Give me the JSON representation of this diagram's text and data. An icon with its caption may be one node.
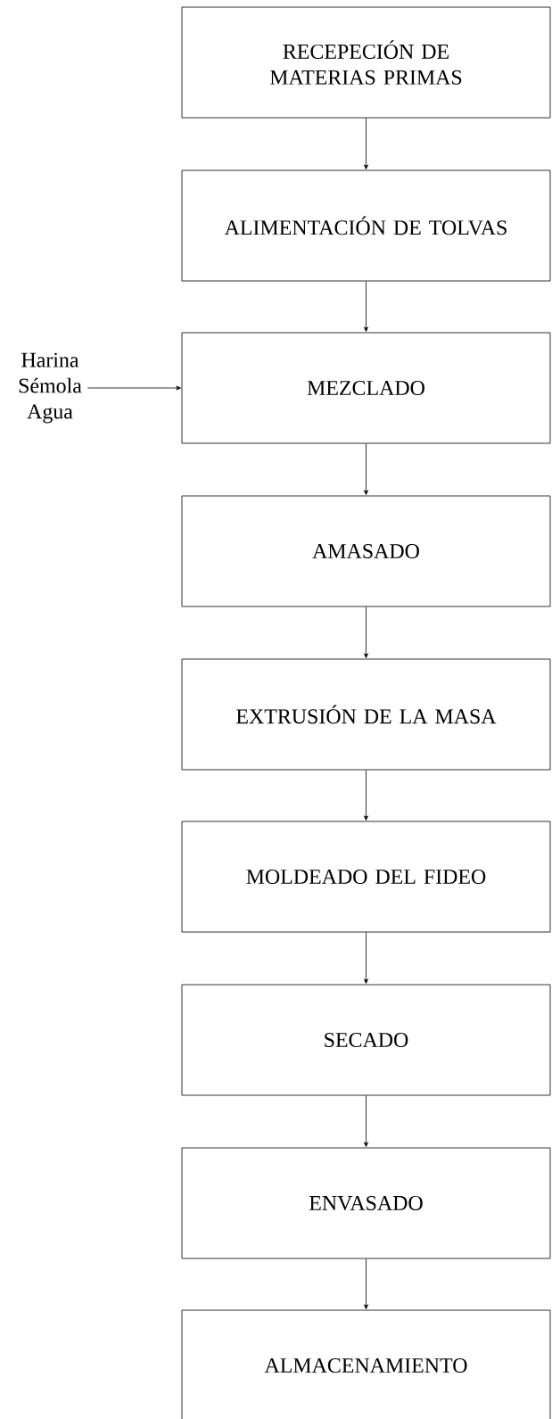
{
  "diagram": {
    "nodes": [
      {
        "text": [
          "RECEPECIÓN DE MATERIAS PRIMAS"
        ]
      },
      {
        "text": [
          "ALIMENTACIÓN DE TOLVAS"
        ]
      },
      {
        "text": [
          "MEZCLADO"
        ]
      },
      {
        "text": [
          "AMASADO"
        ]
      },
      {
        "text": [
          "EXTRUSIÓN DE LA MASA"
        ]
      },
      {
        "text": [
          "MOLDEADO DEL FIDEO"
        ]
      },
      {
        "text": [
          "SECADO"
        ]
      },
      {
        "text": [
          "ENVASADO"
        ]
      },
      {
        "text": [
          "ALMACENAMIENTO"
        ]
      },
      {
        "text": [
          "Harina Sémola Agua"
        ]
      }
    ],
    "edges": [
      {
        "from": 0,
        "to": 1,
        "arrow": "to"
      },
      {
        "from": 1,
        "to": 2,
        "arrow": "to"
      },
      {
        "from": 2,
        "to": 3,
        "arrow": "to"
      },
      {
        "from": 3,
        "to": 4,
        "arrow": "to"
      },
      {
        "from": 4,
        "to": 5,
        "arrow": "to"
      },
      {
        "from": 5,
        "to": 6,
        "arrow": "to"
      },
      {
        "from": 6,
        "to": 7,
        "arrow": "to"
      },
      {
        "from": 7,
        "to": 8,
        "arrow": "to"
      },
      {
        "from": 9,
        "to": 2,
        "arrow": "to"
      }
    ]
  }
}
